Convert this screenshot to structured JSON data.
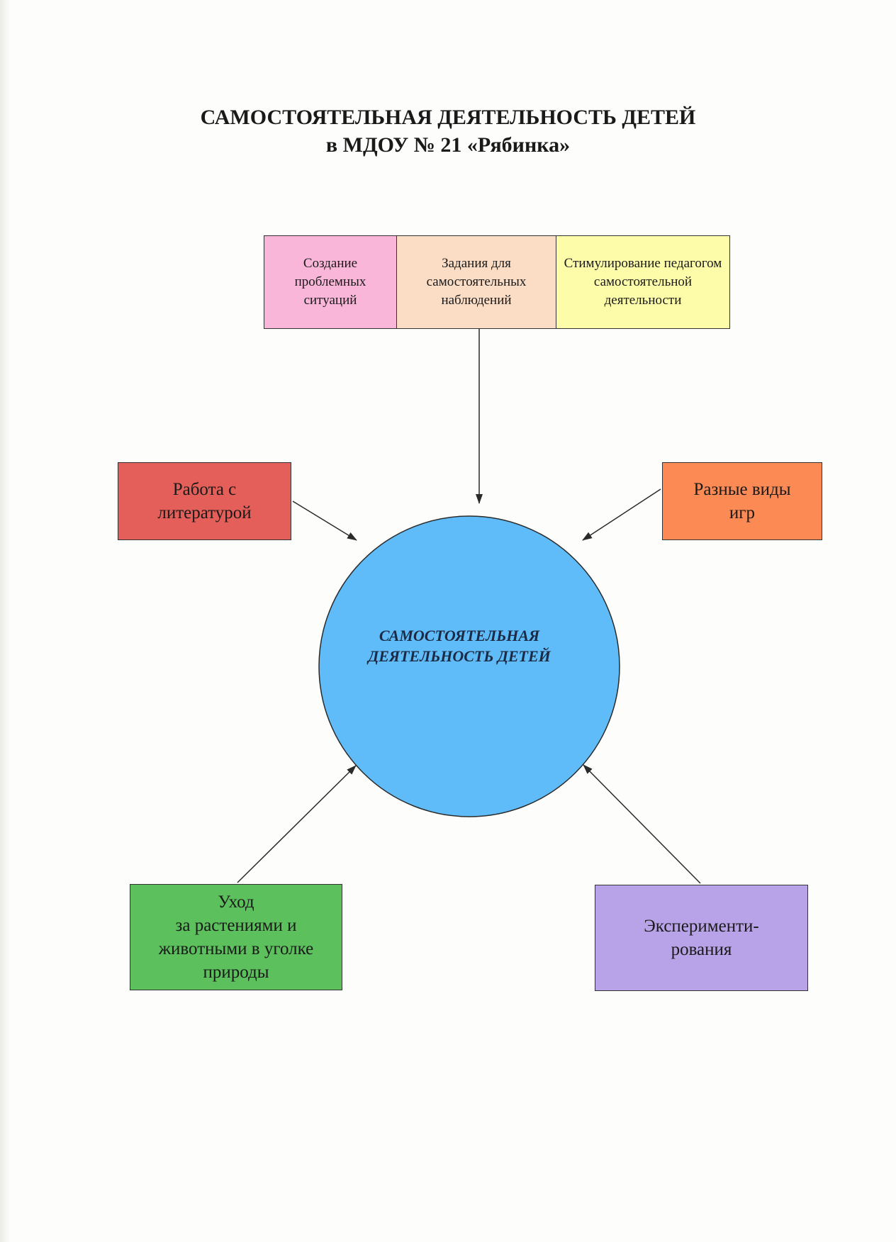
{
  "header": {
    "title_line_1": "САМОСТОЯТЕЛЬНАЯ ДЕЯТЕЛЬНОСТЬ ДЕТЕЙ",
    "title_line_2": "в МДОУ № 21 «Рябинка»"
  },
  "top_strip": {
    "problem": [
      "Создание",
      "проблемных",
      "ситуаций"
    ],
    "tasks": [
      "Задания для",
      "самостоятельных",
      "наблюдений"
    ],
    "stimulation": [
      "Стимулирование",
      "педагогом",
      "самостоятельной",
      "деятельности"
    ]
  },
  "center": {
    "label": [
      "САМОСТОЯТЕЛЬНАЯ",
      "ДЕЯТЕЛЬНОСТЬ",
      "ДЕТЕЙ"
    ]
  },
  "nodes": {
    "literature": [
      "Работа с",
      "литературой"
    ],
    "games": [
      "Разные виды",
      "игр"
    ],
    "nature": [
      "Уход",
      "за растениями и",
      "животными в уголке",
      "природы"
    ],
    "experiment": [
      "Эксперименти-",
      "рования"
    ]
  },
  "colors": {
    "problem": "#f9b6d9",
    "tasks": "#fbdcc4",
    "stimulation": "#fdfca8",
    "literature": "#e45f59",
    "games": "#fb8a55",
    "nature": "#5cc15c",
    "experiment": "#b9a3e8",
    "center": "#5fbcf8",
    "line": "#2a2a2a"
  }
}
